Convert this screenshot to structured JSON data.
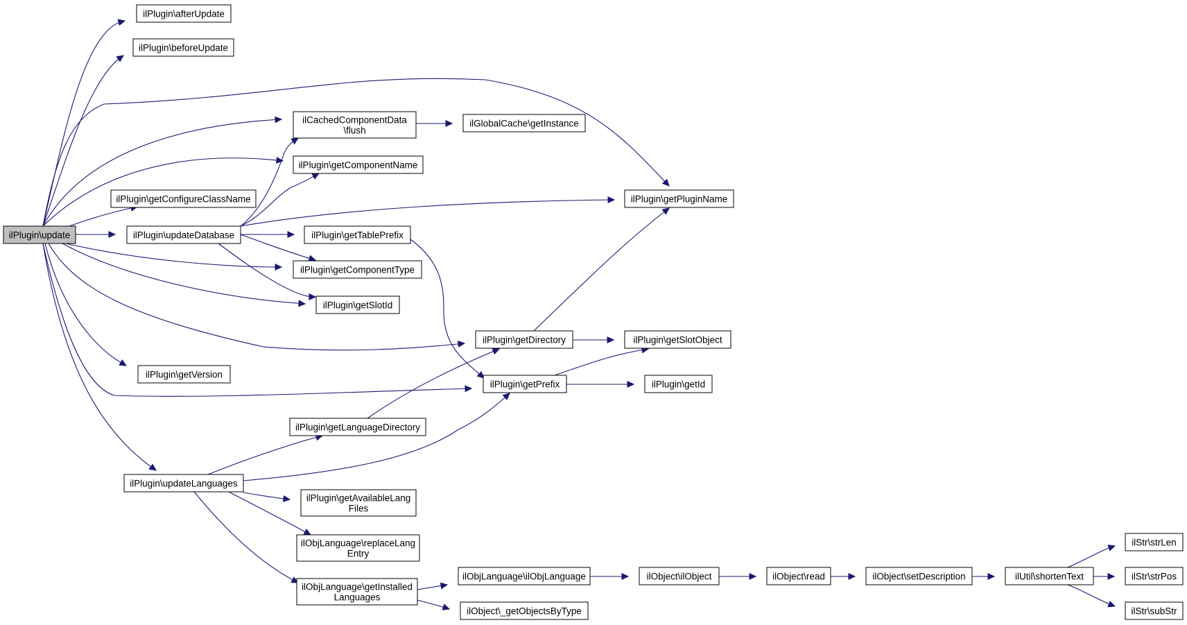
{
  "diagram": {
    "nodes": {
      "root": [
        "ilPlugin\\update"
      ],
      "afterUpdate": [
        "ilPlugin\\afterUpdate"
      ],
      "beforeUpdate": [
        "ilPlugin\\beforeUpdate"
      ],
      "flush": [
        "ilCachedComponentData",
        "\\flush"
      ],
      "globalCache": [
        "ilGlobalCache\\getInstance"
      ],
      "getComponentName": [
        "ilPlugin\\getComponentName"
      ],
      "getConfigureClassName": [
        "ilPlugin\\getConfigureClassName"
      ],
      "getPluginName": [
        "ilPlugin\\getPluginName"
      ],
      "updateDatabase": [
        "ilPlugin\\updateDatabase"
      ],
      "getTablePrefix": [
        "ilPlugin\\getTablePrefix"
      ],
      "getComponentType": [
        "ilPlugin\\getComponentType"
      ],
      "getSlotId": [
        "ilPlugin\\getSlotId"
      ],
      "getDirectory": [
        "ilPlugin\\getDirectory"
      ],
      "getSlotObject": [
        "ilPlugin\\getSlotObject"
      ],
      "getVersion": [
        "ilPlugin\\getVersion"
      ],
      "getPrefix": [
        "ilPlugin\\getPrefix"
      ],
      "getId": [
        "ilPlugin\\getId"
      ],
      "getLanguageDirectory": [
        "ilPlugin\\getLanguageDirectory"
      ],
      "updateLanguages": [
        "ilPlugin\\updateLanguages"
      ],
      "getAvailableLangFiles": [
        "ilPlugin\\getAvailableLang",
        "Files"
      ],
      "replaceLangEntry": [
        "ilObjLanguage\\replaceLang",
        "Entry"
      ],
      "getInstalledLanguages": [
        "ilObjLanguage\\getInstalled",
        "Languages"
      ],
      "ilObjLanguage": [
        "ilObjLanguage\\ilObjLanguage"
      ],
      "ilObject": [
        "ilObject\\ilObject"
      ],
      "read": [
        "ilObject\\read"
      ],
      "setDescription": [
        "ilObject\\setDescription"
      ],
      "shortenText": [
        "ilUtil\\shortenText"
      ],
      "strLen": [
        "ilStr\\strLen"
      ],
      "strPos": [
        "ilStr\\strPos"
      ],
      "subStr": [
        "ilStr\\subStr"
      ],
      "getObjectsByType": [
        "ilObject\\_getObjectsByType"
      ]
    },
    "edge_color": "#191970",
    "root_fill": "#bfbfbf"
  }
}
